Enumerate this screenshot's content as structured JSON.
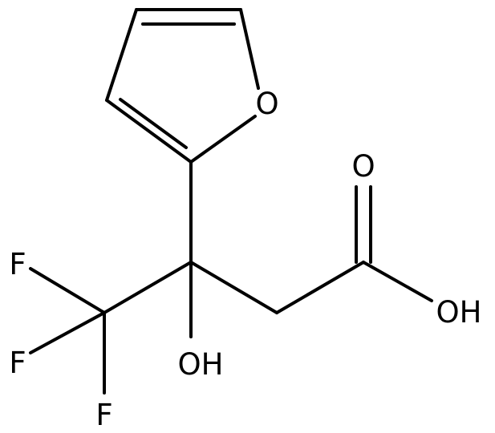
{
  "molecule": {
    "atoms": {
      "ring_oxygen": "O",
      "carbonyl_oxygen": "O",
      "acid_hydroxyl": "OH",
      "hydroxyl": "OH",
      "fluorine_1": "F",
      "fluorine_2": "F",
      "fluorine_3": "F"
    }
  },
  "colors": {
    "bond": "#000000",
    "label": "#000000",
    "background": "#ffffff"
  }
}
